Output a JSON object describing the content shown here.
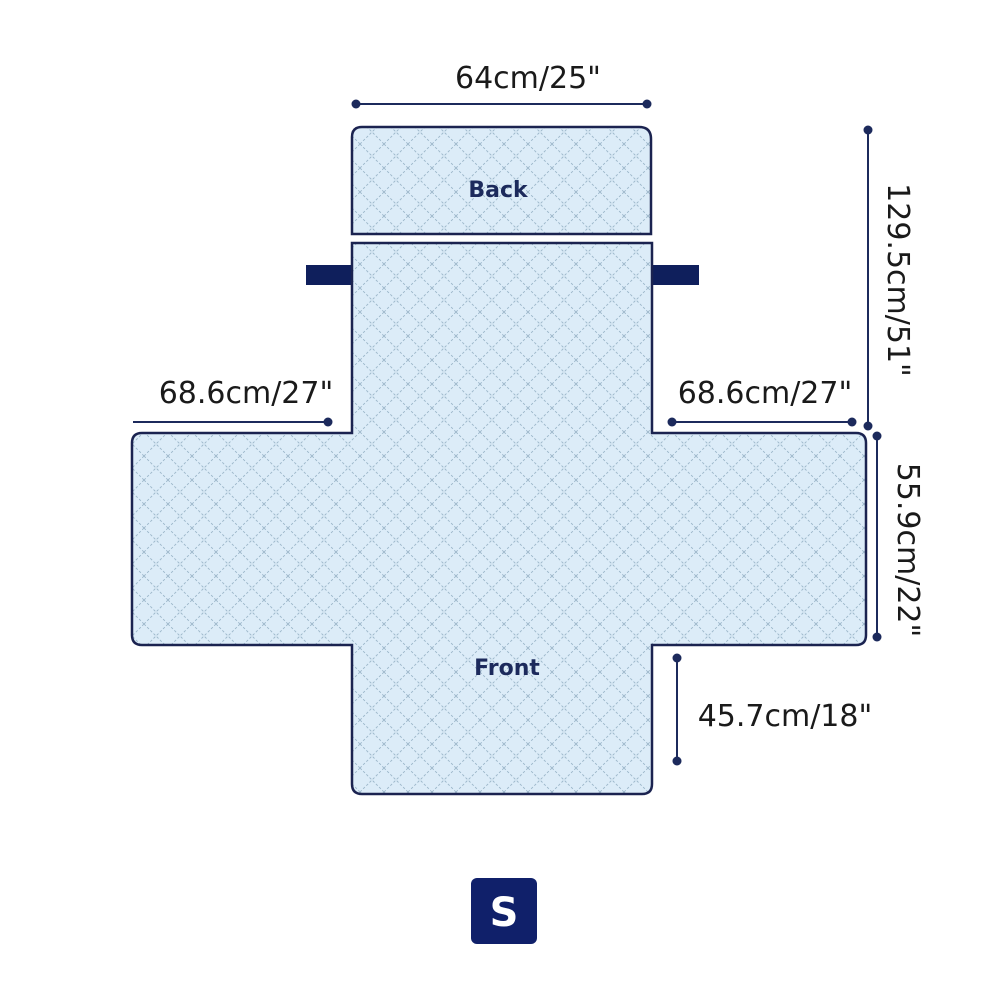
{
  "panels": {
    "back_label": "Back",
    "front_label": "Front"
  },
  "dimensions": {
    "top_width": "64cm/25\"",
    "total_height": "129.5cm/51\"",
    "left_arm": "68.6cm/27\"",
    "right_arm": "68.6cm/27\"",
    "arm_depth": "55.9cm/22\"",
    "front_drop": "45.7cm/18\""
  },
  "size_badge": {
    "label": "S"
  },
  "colors": {
    "fabric": "#dcecf8",
    "quilt_line": "#9bb6c9",
    "outline": "#1b2350",
    "strap": "#0f1f5c",
    "badge": "#10206a",
    "dim_line": "#1c2a5c"
  }
}
